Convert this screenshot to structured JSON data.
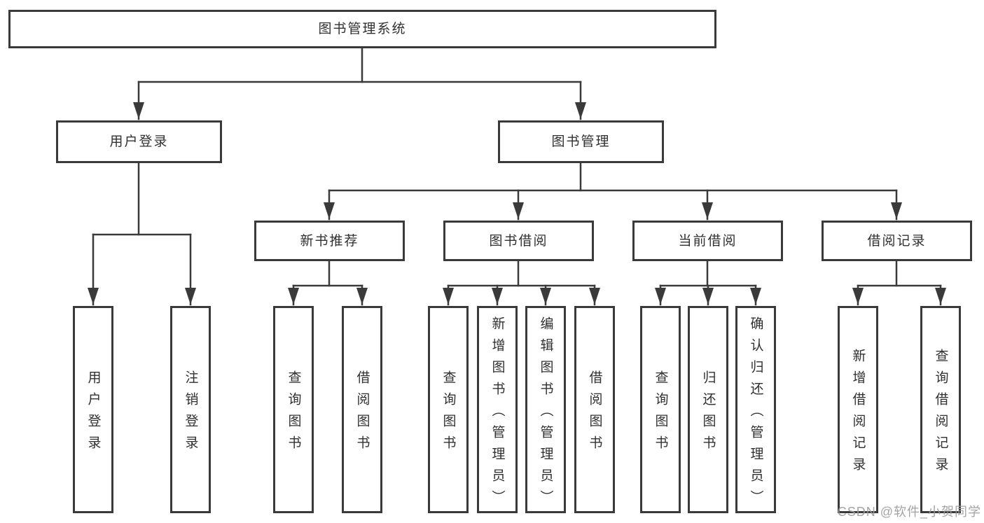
{
  "nodes": {
    "root": "图书管理系统",
    "user_login": "用户登录",
    "book_mgmt": "图书管理",
    "new_book_rec": "新书推荐",
    "book_borrow": "图书借阅",
    "current_borrow": "当前借阅",
    "borrow_record": "借阅记录",
    "leaves": {
      "user_login": [
        "用户登录",
        "注销登录"
      ],
      "new_book_rec": [
        "查询图书",
        "借阅图书"
      ],
      "book_borrow": [
        "查询图书",
        "新增图书（管理员）",
        "编辑图书（管理员）",
        "借阅图书"
      ],
      "current_borrow": [
        "查询图书",
        "归还图书",
        "确认归还（管理员）"
      ],
      "borrow_record": [
        "新增借阅记录",
        "查询借阅记录"
      ]
    }
  },
  "watermark": "CSDN @软件_小贺同学",
  "colors": {
    "line": "#3a3a3a",
    "text": "#303030",
    "watermark": "#9b9b9b",
    "background": "#ffffff"
  }
}
